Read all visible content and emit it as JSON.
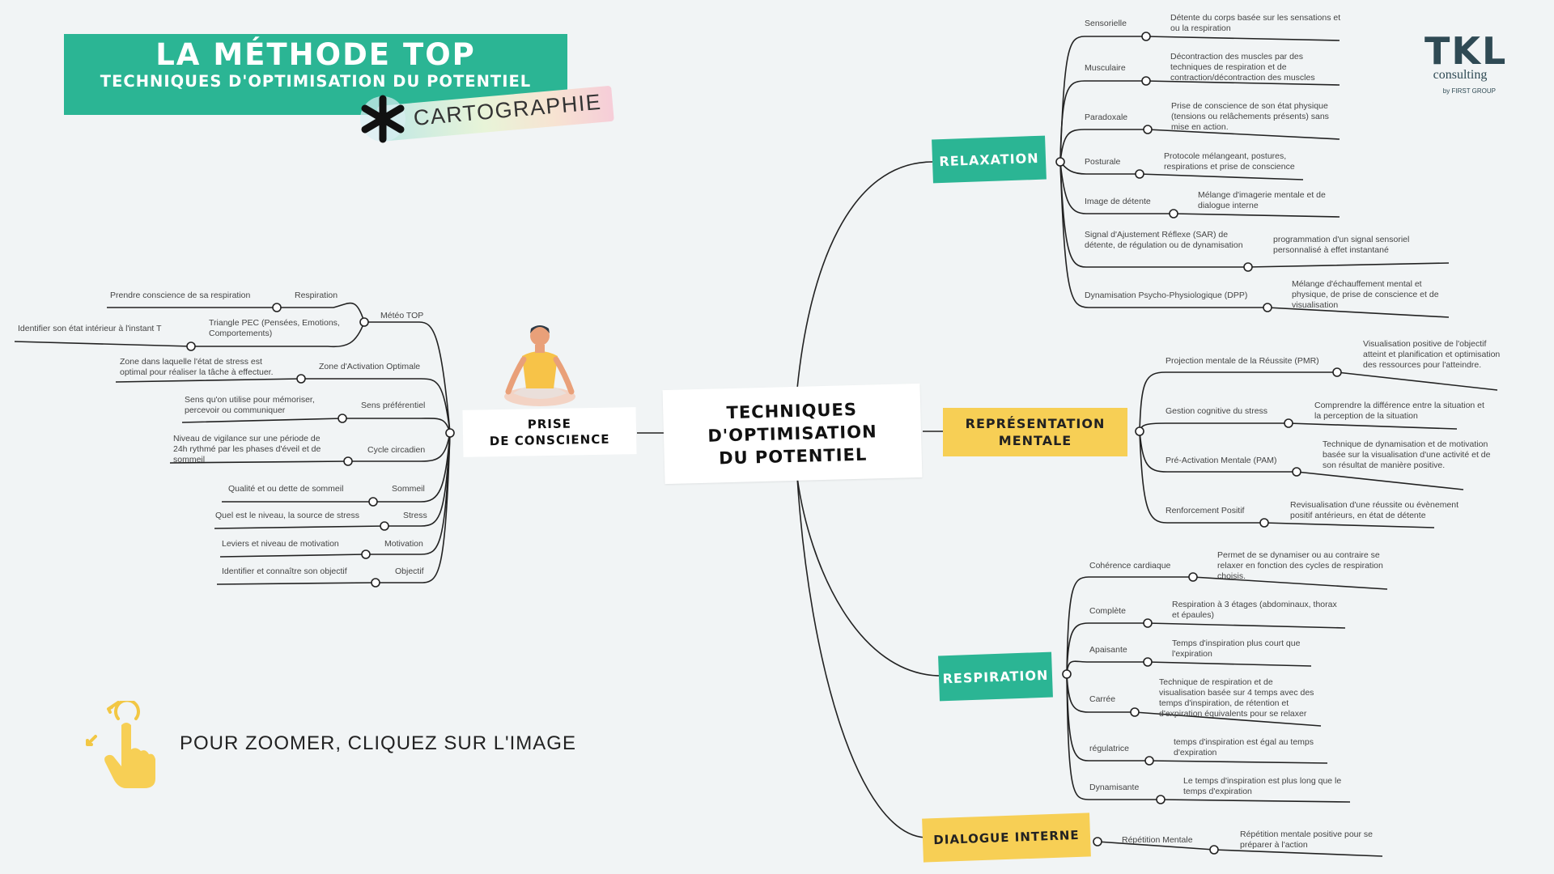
{
  "header": {
    "title": "LA MÉTHODE TOP",
    "subtitle": "TECHNIQUES D'OPTIMISATION DU POTENTIEL",
    "tag": "CARTOGRAPHIE"
  },
  "logo": {
    "name": "TKL",
    "sub": "consulting",
    "by": "by FIRST GROUP"
  },
  "center": {
    "line1": "TECHNIQUES",
    "line2": "D'OPTIMISATION",
    "line3": "DU POTENTIEL"
  },
  "branches": {
    "relaxation": {
      "label": "RELAXATION",
      "items": [
        {
          "label": "Sensorielle",
          "desc": "Détente du corps basée sur les sensations et ou la respiration"
        },
        {
          "label": "Musculaire",
          "desc": "Décontraction des muscles par des techniques de respiration et de contraction/décontraction des muscles"
        },
        {
          "label": "Paradoxale",
          "desc": "Prise de conscience de son état physique (tensions ou relâchements présents) sans mise en action."
        },
        {
          "label": "Posturale",
          "desc": "Protocole mélangeant, postures, respirations et prise de conscience"
        },
        {
          "label": "Image de détente",
          "desc": "Mélange d'imagerie mentale et de dialogue interne"
        },
        {
          "label": "Signal d'Ajustement Réflexe (SAR) de détente, de régulation ou de dynamisation",
          "desc": "programmation d'un signal sensoriel personnalisé à effet instantané"
        },
        {
          "label": "Dynamisation Psycho-Physiologique (DPP)",
          "desc": "Mélange d'échauffement mental et physique, de prise de conscience et de visualisation"
        }
      ]
    },
    "representation": {
      "label1": "REPRÉSENTATION",
      "label2": "MENTALE",
      "items": [
        {
          "label": "Projection mentale de la Réussite (PMR)",
          "desc": "Visualisation positive de l'objectif atteint et planification et optimisation des ressources pour l'atteindre."
        },
        {
          "label": "Gestion cognitive du stress",
          "desc": "Comprendre la différence entre la situation et la perception de la situation"
        },
        {
          "label": "Pré-Activation Mentale (PAM)",
          "desc": "Technique de dynamisation et de motivation basée sur la visualisation d'une activité et de son résultat de manière positive."
        },
        {
          "label": "Renforcement Positif",
          "desc": "Revisualisation d'une réussite ou évènement positif antérieurs, en état de détente"
        }
      ]
    },
    "respiration": {
      "label": "RESPIRATION",
      "items": [
        {
          "label": "Cohérence cardiaque",
          "desc": "Permet de se dynamiser ou au contraire se relaxer en fonction des cycles de respiration choisis."
        },
        {
          "label": "Complète",
          "desc": "Respiration à 3 étages (abdominaux, thorax et épaules)"
        },
        {
          "label": "Apaisante",
          "desc": "Temps d'inspiration plus court que l'expiration"
        },
        {
          "label": "Carrée",
          "desc": "Technique de respiration et de visualisation basée sur 4 temps avec des temps d'inspiration, de rétention et d'expiration équivalents pour se relaxer"
        },
        {
          "label": "régulatrice",
          "desc": "temps d'inspiration est égal au temps d'expiration"
        },
        {
          "label": "Dynamisante",
          "desc": "Le temps d'inspiration est plus long que le temps d'expiration"
        }
      ]
    },
    "dialogue": {
      "label": "DIALOGUE INTERNE",
      "items": [
        {
          "label": "Répétition Mentale",
          "desc": "Répétition mentale positive pour se préparer à l'action"
        }
      ]
    },
    "prise": {
      "label1": "PRISE",
      "label2": "DE CONSCIENCE",
      "meteo": {
        "label": "Météo TOP",
        "respiration": {
          "label": "Respiration",
          "desc": "Prendre conscience de sa respiration"
        },
        "triangle": {
          "label": "Triangle PEC (Pensées, Emotions, Comportements)",
          "desc": "Identifier son état intérieur à l'instant T"
        }
      },
      "items": [
        {
          "label": "Zone d'Activation Optimale",
          "desc": "Zone dans laquelle l'état de stress est optimal pour réaliser la tâche à effectuer."
        },
        {
          "label": "Sens préférentiel",
          "desc": "Sens qu'on utilise pour mémoriser, percevoir ou communiquer"
        },
        {
          "label": "Cycle circadien",
          "desc": "Niveau de vigilance sur une période de 24h rythmé par les phases d'éveil et de sommeil"
        },
        {
          "label": "Sommeil",
          "desc": "Qualité et ou dette de sommeil"
        },
        {
          "label": "Stress",
          "desc": "Quel est le niveau, la source de stress"
        },
        {
          "label": "Motivation",
          "desc": "Leviers et niveau de motivation"
        },
        {
          "label": "Objectif",
          "desc": "Identifier et connaître son objectif"
        }
      ]
    }
  },
  "zoom": {
    "text": "POUR ZOOMER, CLIQUEZ SUR L'IMAGE",
    "icon": "tap-zoom-hand-icon"
  },
  "colors": {
    "green": "#2bb594",
    "yellow": "#f7cf55",
    "line": "#222222"
  }
}
